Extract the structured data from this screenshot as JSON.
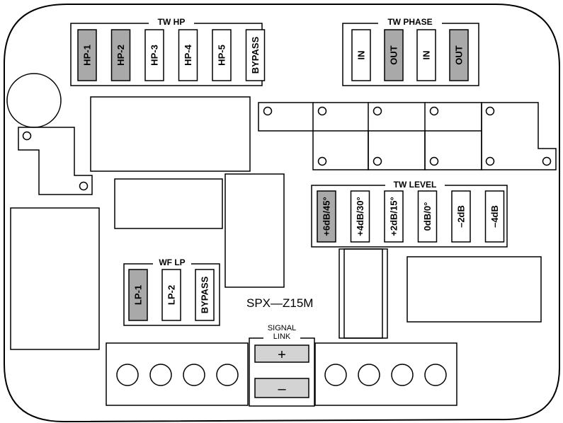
{
  "tw_hp": {
    "title": "TW HP",
    "switches": [
      {
        "label": "HP-1",
        "active": true
      },
      {
        "label": "HP-2",
        "active": true
      },
      {
        "label": "HP-3",
        "active": false
      },
      {
        "label": "HP-4",
        "active": false
      },
      {
        "label": "HP-5",
        "active": false
      },
      {
        "label": "BYPASS",
        "active": false
      }
    ]
  },
  "tw_phase": {
    "title": "TW PHASE",
    "switches": [
      {
        "label": "IN",
        "active": false
      },
      {
        "label": "OUT",
        "active": true
      },
      {
        "label": "IN",
        "active": false
      },
      {
        "label": "OUT",
        "active": true
      }
    ]
  },
  "tw_level": {
    "title": "TW LEVEL",
    "switches": [
      {
        "label": "+6dB/45°",
        "active": true
      },
      {
        "label": "+4dB/30°",
        "active": false
      },
      {
        "label": "+2dB/15°",
        "active": false
      },
      {
        "label": "0dB/0°",
        "active": false
      },
      {
        "label": "–2dB",
        "active": false
      },
      {
        "label": "–4dB",
        "active": false
      }
    ]
  },
  "wf_lp": {
    "title": "WF LP",
    "switches": [
      {
        "label": "LP-1",
        "active": true
      },
      {
        "label": "LP-2",
        "active": false
      },
      {
        "label": "BYPASS",
        "active": false
      }
    ]
  },
  "model": "SPX—Z15M",
  "signal_link": {
    "line1": "SIGNAL",
    "line2": "LINK",
    "plus": "+",
    "minus": "–"
  },
  "colors": {
    "active_fill": "#a9a9a9",
    "stroke": "#000000",
    "background": "#ffffff"
  }
}
